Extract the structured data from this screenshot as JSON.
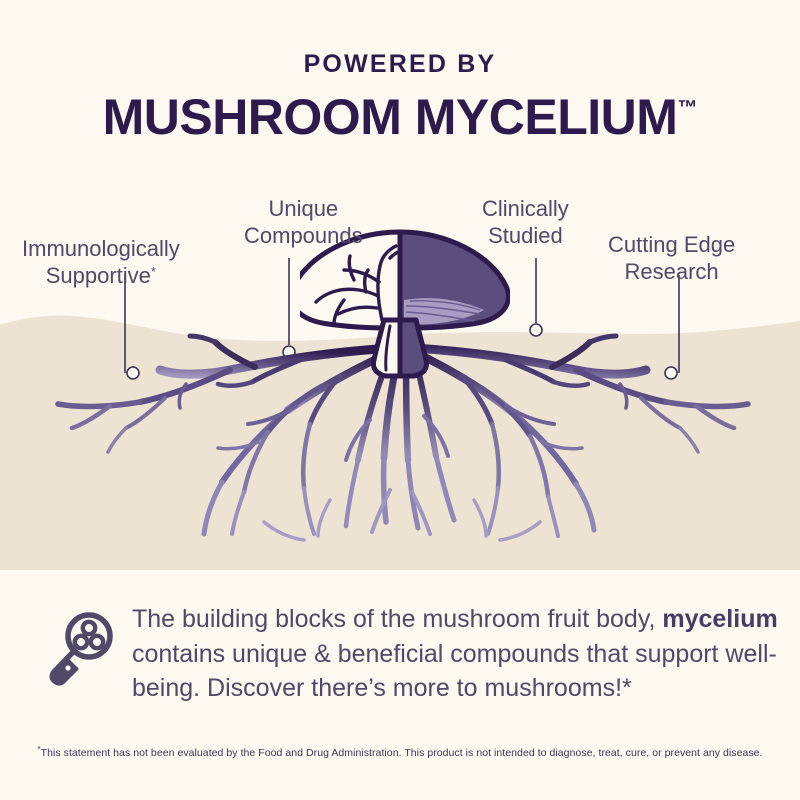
{
  "header": {
    "eyebrow": "POWERED BY",
    "headline": "MUSHROOM MYCELIUM",
    "trademark": "™"
  },
  "callouts": [
    {
      "id": "immunologically",
      "line1": "Immunologically",
      "line2": "Supportive",
      "footnote": "*"
    },
    {
      "id": "unique",
      "line1": "Unique",
      "line2": "Compounds",
      "footnote": ""
    },
    {
      "id": "clinically",
      "line1": "Clinically",
      "line2": "Studied",
      "footnote": ""
    },
    {
      "id": "cutting",
      "line1": "Cutting Edge",
      "line2": "Research",
      "footnote": ""
    }
  ],
  "summary": {
    "icon": "magnifier-molecule-icon",
    "text_part1": "The building blocks of the mushroom fruit body, ",
    "text_bold": "mycelium",
    "text_part2": " contains unique & beneficial compounds that support well-being. Discover there’s more to mushrooms!*"
  },
  "disclaimer": {
    "marker": "*",
    "text": "This statement has not been evaluated by the Food and Drug Administration. This product is not intended to diagnose, treat, cure, or prevent any disease."
  },
  "colors": {
    "background": "#FDF8F0",
    "soil": "#EDE3D3",
    "deep_purple": "#2D1B4E",
    "label_purple": "#524868",
    "cap_fill": "#5B4D7E",
    "gill_fill": "#A99BC4",
    "root_light": "#8F82AD"
  }
}
